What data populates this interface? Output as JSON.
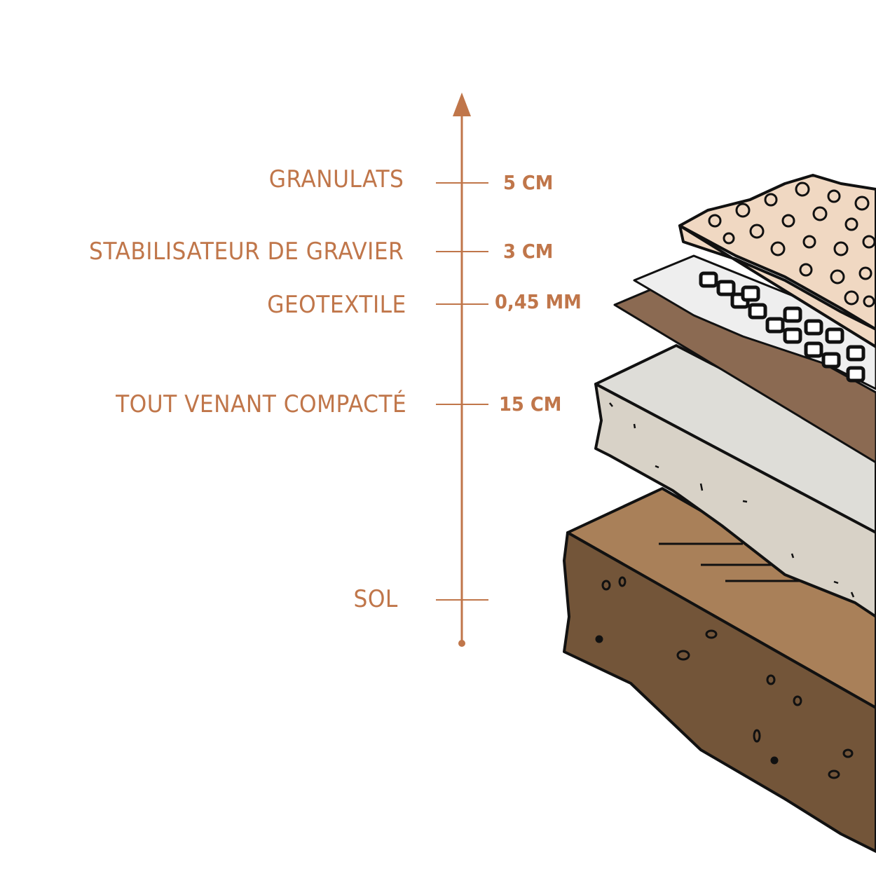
{
  "accent_color": "#C0764A",
  "layers": [
    {
      "name": "GRANULATS",
      "thickness": "5 CM"
    },
    {
      "name": "STABILISATEUR DE GRAVIER",
      "thickness": "3 CM"
    },
    {
      "name": "GEOTEXTILE",
      "thickness": "0,45 MM"
    },
    {
      "name": "TOUT VENANT COMPACTÉ",
      "thickness": "15 CM"
    },
    {
      "name": "SOL",
      "thickness": null
    }
  ]
}
